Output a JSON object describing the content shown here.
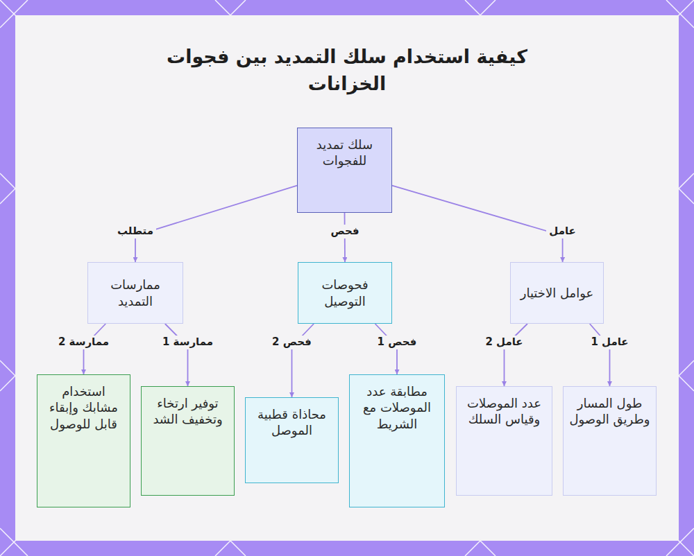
{
  "diagram": {
    "title": "كيفية استخدام سلك التمديد بين فجوات الخزانات",
    "nodes": [
      {
        "text": [
          "سلك تمديد للفجوات"
        ]
      },
      {
        "text": [
          "عوامل الاختيار"
        ]
      },
      {
        "text": [
          "فحوصات التوصيل"
        ]
      },
      {
        "text": [
          "ممارسات التمديد"
        ]
      },
      {
        "text": [
          "طول المسار وطريق الوصول"
        ]
      },
      {
        "text": [
          "عدد الموصلات وقياس السلك"
        ]
      },
      {
        "text": [
          "مطابقة عدد الموصلات مع الشريط"
        ]
      },
      {
        "text": [
          "محاذاة قطبية الموصل"
        ]
      },
      {
        "text": [
          "توفير ارتخاء وتخفيف الشد"
        ]
      },
      {
        "text": [
          "استخدام مشابك وإبقاء قابل للوصول"
        ]
      }
    ],
    "edges": [
      {
        "from": 0,
        "to": 1,
        "label": "عامل",
        "arrow": "to"
      },
      {
        "from": 0,
        "to": 2,
        "label": "فحص",
        "arrow": "to"
      },
      {
        "from": 0,
        "to": 3,
        "label": "متطلب",
        "arrow": "to"
      },
      {
        "from": 1,
        "to": 4,
        "label": "عامل 1",
        "arrow": "to"
      },
      {
        "from": 1,
        "to": 5,
        "label": "عامل 2",
        "arrow": "to"
      },
      {
        "from": 2,
        "to": 6,
        "label": "فحص 1",
        "arrow": "to"
      },
      {
        "from": 2,
        "to": 7,
        "label": "فحص 2",
        "arrow": "to"
      },
      {
        "from": 3,
        "to": 8,
        "label": "ممارسة 1",
        "arrow": "to"
      },
      {
        "from": 3,
        "to": 9,
        "label": "ممارسة 2",
        "arrow": "to"
      }
    ]
  }
}
